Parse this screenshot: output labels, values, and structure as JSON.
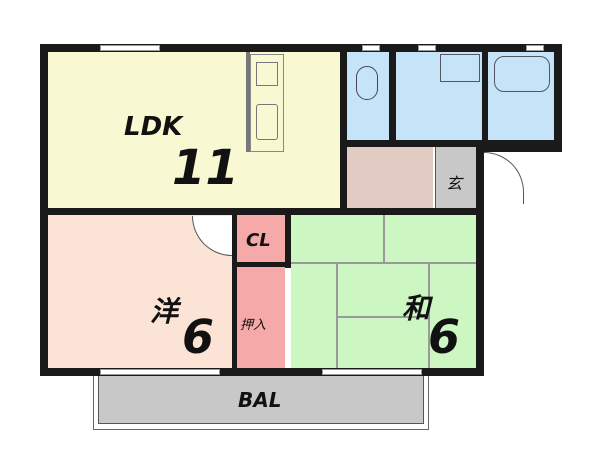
{
  "rooms": {
    "ldk": {
      "label": "LDK",
      "size": "11",
      "color": "#f8f8d2"
    },
    "western": {
      "label": "洋",
      "size": "6",
      "color": "#fbe4d6"
    },
    "japanese": {
      "label": "和",
      "size": "6",
      "color": "#ccf7c2"
    },
    "closet": {
      "label": "CL",
      "color": "#f5a9a9"
    },
    "oshiire": {
      "label": "押入",
      "color": "#f5a9a9"
    },
    "entrance": {
      "label": "玄",
      "color": "#c8c8c8"
    },
    "balcony": {
      "label": "BAL",
      "color": "#c8c8c8"
    },
    "toilet": {
      "color": "#c6e4f8"
    },
    "washroom": {
      "color": "#c6e4f8"
    },
    "bath": {
      "color": "#c6e4f8"
    },
    "hallway": {
      "color": "#e2cbc3"
    }
  }
}
